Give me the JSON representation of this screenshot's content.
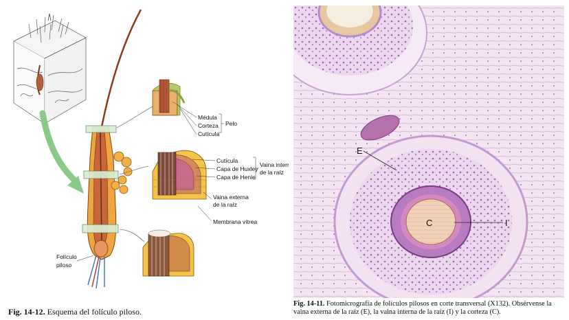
{
  "left_figure": {
    "labels": {
      "medula": "Médula",
      "corteza": "Corteza",
      "cuticula_pelo": "Cutícula",
      "pelo": "Pelo",
      "cuticula_vaina": "Cutícula",
      "capa_huxley": "Capa de Huxley",
      "capa_henle": "Capa de Henle",
      "vaina_interna_1": "Vaina interna",
      "vaina_interna_2": "de la raíz",
      "vaina_externa_1": "Vaina externa",
      "vaina_externa_2": "de la raíz",
      "membrana_vitrea": "Membrana vítrea",
      "foliculo_1": "Folículo",
      "foliculo_2": "piloso"
    },
    "caption_number": "Fig. 14-12.",
    "caption_text": " Esquema del folículo piloso."
  },
  "right_figure": {
    "markers": {
      "E": "E",
      "I": "I",
      "C": "C"
    },
    "caption_number": "Fig. 14-11.",
    "caption_text": " Fotomicrografía de folículos pilosos en corte transversal (X132). Obsérvense la vaina externa de la raíz (E), la vaina interna de la raíz (I) y la corteza (C)."
  }
}
